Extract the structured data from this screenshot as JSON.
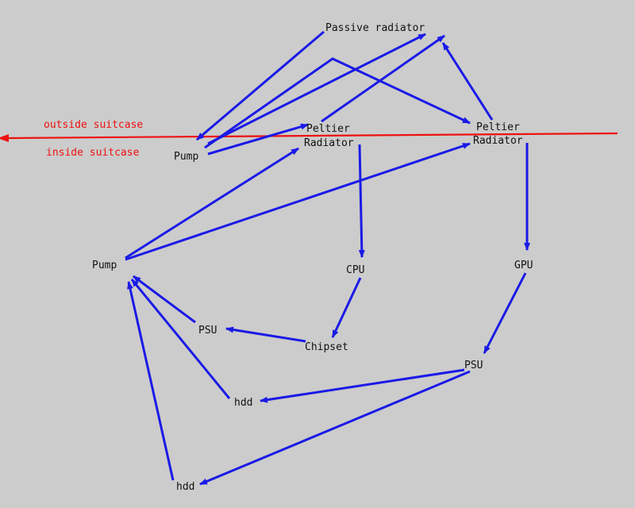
{
  "colors": {
    "background": "#cccccc",
    "edge": "#1a1ae6",
    "boundary": "#ee1111",
    "text": "#111111"
  },
  "boundary": {
    "outside_label": "outside suitcase",
    "inside_label": "inside suitcase"
  },
  "nodes": {
    "passive_radiator": "Passive radiator",
    "peltier_left_line1": "Peltier",
    "peltier_left_line2": "Radiator",
    "peltier_right_line1": "Peltier",
    "peltier_right_line2": "Radiator",
    "pump_top": "Pump",
    "pump_main": "Pump",
    "cpu": "CPU",
    "gpu": "GPU",
    "chipset": "Chipset",
    "psu_left": "PSU",
    "psu_right": "PSU",
    "hdd_upper": "hdd",
    "hdd_lower": "hdd"
  },
  "edges": [
    {
      "from": "Pump",
      "to": "Passive radiator"
    },
    {
      "from": "Pump",
      "to": "Peltier Radiator"
    },
    {
      "from": "Pump",
      "to": "Peltier Radiator (right)"
    },
    {
      "from": "Peltier Radiator",
      "to": "Passive radiator"
    },
    {
      "from": "Peltier Radiator (right)",
      "to": "Passive radiator"
    },
    {
      "from": "Peltier Radiator",
      "to": "CPU"
    },
    {
      "from": "Peltier Radiator (right)",
      "to": "GPU"
    },
    {
      "from": "CPU",
      "to": "Chipset"
    },
    {
      "from": "Chipset",
      "to": "PSU"
    },
    {
      "from": "GPU",
      "to": "PSU (right)"
    },
    {
      "from": "PSU (right)",
      "to": "hdd"
    },
    {
      "from": "PSU (right)",
      "to": "hdd (lower)"
    },
    {
      "from": "PSU",
      "to": "Pump (main)"
    },
    {
      "from": "hdd",
      "to": "Pump (main)"
    },
    {
      "from": "hdd (lower)",
      "to": "Pump (main)"
    },
    {
      "from": "Pump (main)",
      "to": "Peltier Radiator"
    },
    {
      "from": "Pump (main)",
      "to": "Peltier Radiator (right)"
    }
  ]
}
